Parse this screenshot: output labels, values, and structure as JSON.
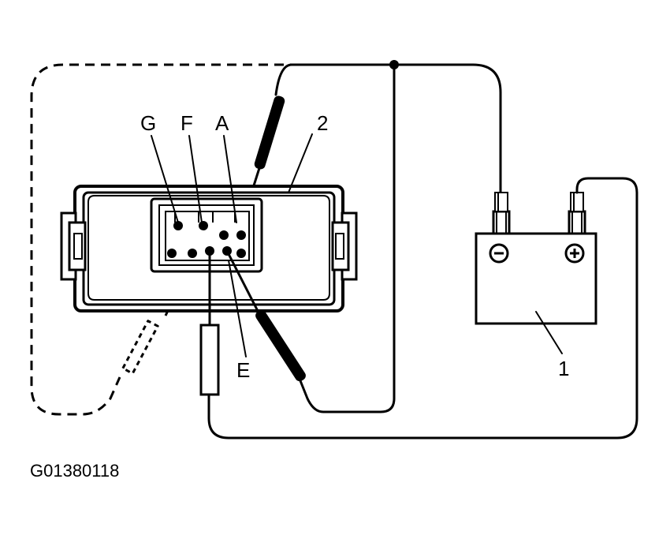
{
  "figure_code": "G01380118",
  "terminals": {
    "g": "G",
    "f": "F",
    "a": "A",
    "e": "E"
  },
  "callouts": {
    "connector": "2",
    "battery": "1"
  },
  "battery_symbols": {
    "negative": "⊖",
    "positive": "⊕"
  }
}
